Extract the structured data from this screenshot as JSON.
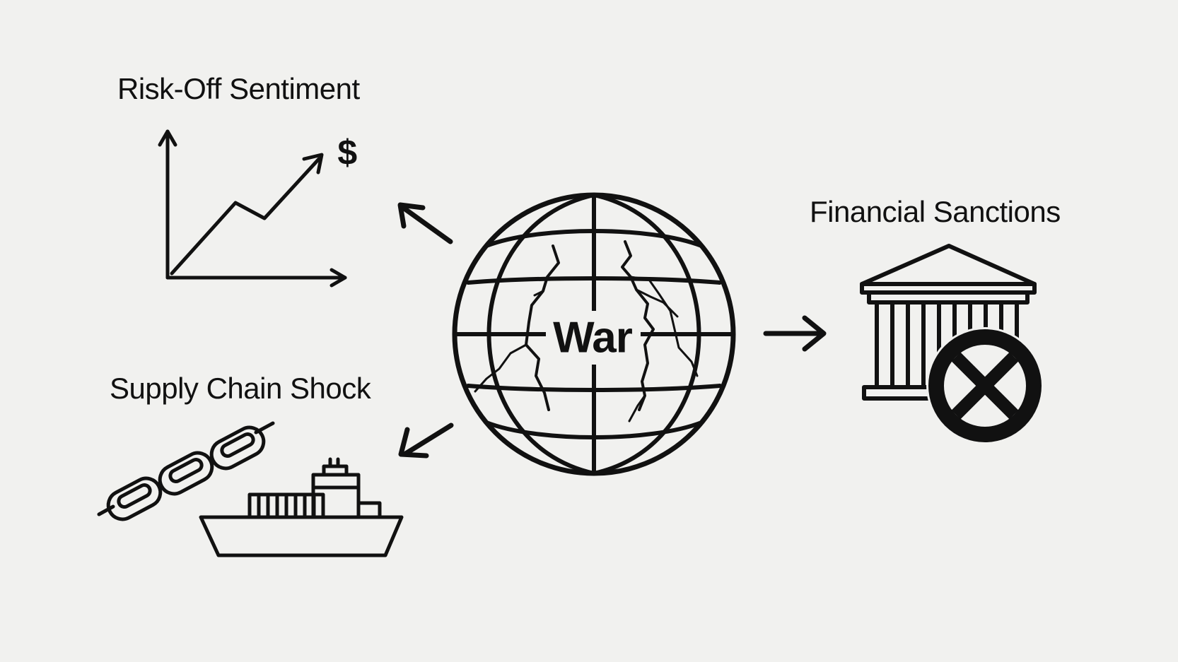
{
  "center": {
    "label": "War"
  },
  "effects": {
    "risk_off": {
      "label": "Risk-Off Sentiment",
      "symbol": "$"
    },
    "supply_chain": {
      "label": "Supply Chain Shock"
    },
    "sanctions": {
      "label": "Financial Sanctions"
    }
  },
  "icons": {
    "center": "cracked-globe-icon",
    "risk_off": "rising-chart-icon",
    "supply_chain": [
      "chain-icon",
      "cargo-ship-icon"
    ],
    "sanctions": [
      "bank-icon",
      "blocked-x-icon"
    ]
  },
  "colors": {
    "background": "#f1f1ef",
    "ink": "#111111"
  }
}
